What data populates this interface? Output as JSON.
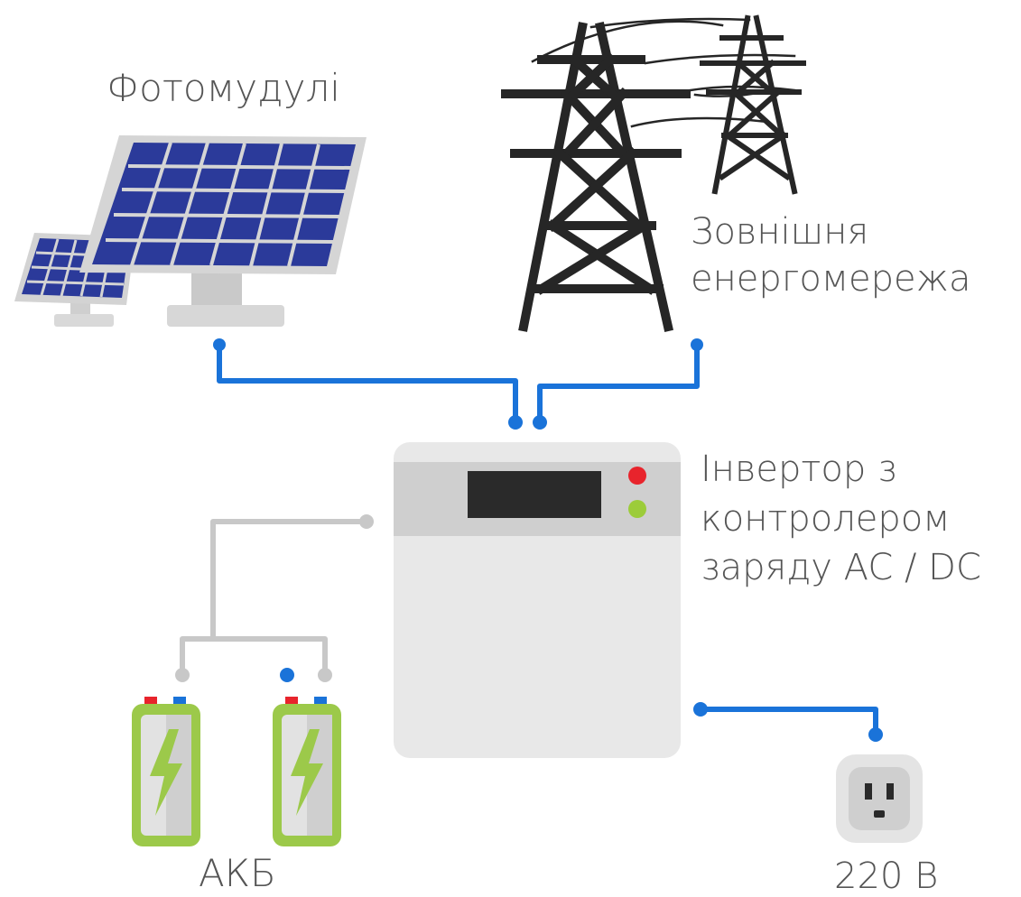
{
  "labels": {
    "photomodules": "Фотомудулі",
    "grid_line1": "Зовнішня",
    "grid_line2": "енергомережа",
    "inverter_line1": "Інвертор з",
    "inverter_line2": "контролером",
    "inverter_line3": "заряду AC / DC",
    "battery": "АКБ",
    "outlet": "220 В"
  },
  "colors": {
    "ac_wire": "#1a73d9",
    "dc_wire": "#c8c8c8",
    "solar_cell": "#2b3a9a",
    "tower": "#262626",
    "battery_body": "#9cc94a",
    "led_red": "#e8242c",
    "led_green": "#9ccc3a"
  },
  "icons": [
    "solar-panel-icon",
    "power-tower-icon",
    "inverter-icon",
    "battery-icon",
    "power-outlet-icon"
  ]
}
